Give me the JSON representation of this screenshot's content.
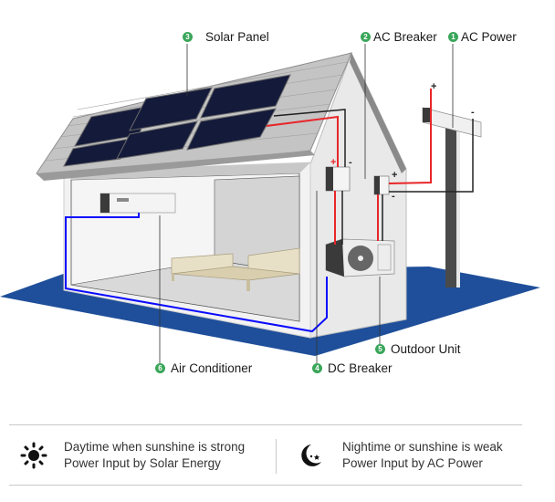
{
  "callouts": [
    {
      "num": "1",
      "text": "AC Power"
    },
    {
      "num": "2",
      "text": "AC Breaker"
    },
    {
      "num": "3",
      "text": "Solar Panel"
    },
    {
      "num": "4",
      "text": "DC Breaker"
    },
    {
      "num": "5",
      "text": "Outdoor Unit"
    },
    {
      "num": "6",
      "text": "Air Conditioner"
    }
  ],
  "polarity": {
    "plus": "+",
    "minus": "-"
  },
  "legend": {
    "day": {
      "icon": "sun-icon",
      "line1": "Daytime when sunshine is strong",
      "line2": "Power Input by Solar Energy"
    },
    "night": {
      "icon": "moon-icon",
      "line1": "Nightime or sunshine is weak",
      "line2": "Power Input by AC Power"
    }
  },
  "colors": {
    "badge": "#3aa65a",
    "ground": "#1f4f9a",
    "dc_wire": "#e8262a",
    "ac_wire": "#0a0aff",
    "panel": "#141a3a"
  }
}
